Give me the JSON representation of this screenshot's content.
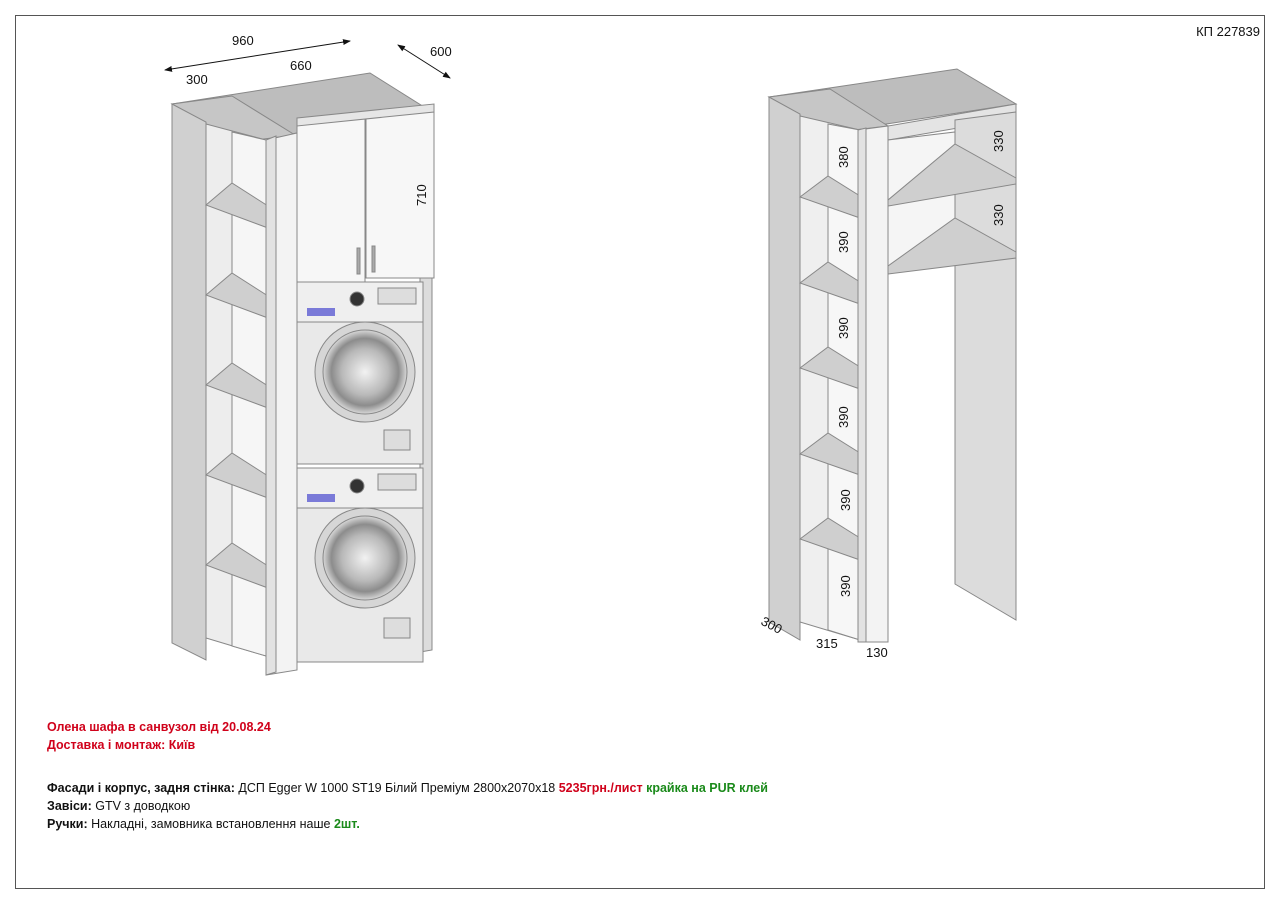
{
  "doc_code": "КП 227839",
  "left_view": {
    "dims": {
      "total_width": "960",
      "depth": "600",
      "shelf_width": "300",
      "cabinet_width": "660",
      "cabinet_height": "710"
    }
  },
  "right_view": {
    "shelf_heights_left": [
      "380",
      "390",
      "390",
      "390",
      "390",
      "390"
    ],
    "shelf_heights_right": [
      "330",
      "330"
    ],
    "bottom_dims": [
      "300",
      "315",
      "130"
    ]
  },
  "notes": {
    "line1": "Олена шафа в санвузол від 20.08.24",
    "line2": "Доставка і монтаж: Київ"
  },
  "specs": {
    "facades_label": "Фасади і корпус, задня стінка:",
    "facades_value": "ДСП Egger W 1000 ST19 Білий Преміум 2800х2070х18",
    "facades_price": "5235грн./лист",
    "facades_edge": "крайка на PUR клей",
    "hinges_label": "Завіси:",
    "hinges_value": "GTV з доводкою",
    "handles_label": "Ручки:",
    "handles_value": "Накладні, замовника встановлення наше",
    "handles_count": "2шт."
  },
  "colors": {
    "panel_front": "#f4f4f4",
    "panel_side": "#d2d2d2",
    "panel_top": "#bcbcbc",
    "shelf": "#cfcfcf",
    "accent_red": "#d0021b",
    "accent_green": "#1a8a1a"
  }
}
